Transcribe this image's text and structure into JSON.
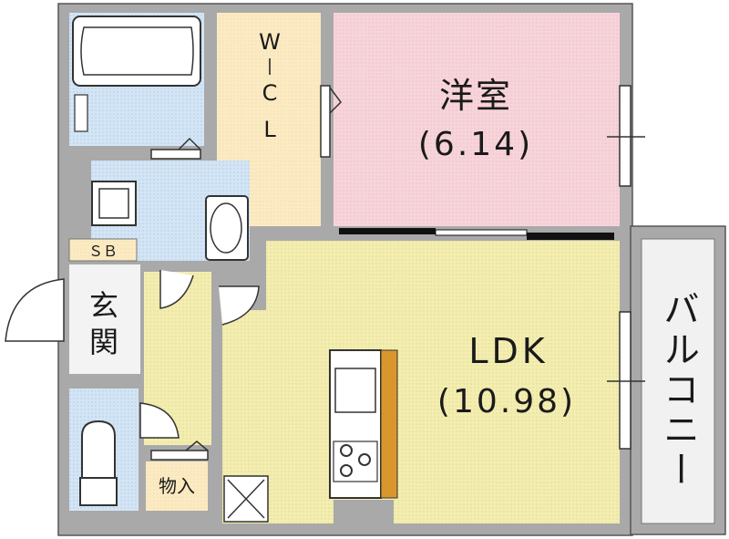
{
  "rooms": {
    "western_room": {
      "name": "洋室",
      "size": "(6.14)"
    },
    "ldk": {
      "name": "LDK",
      "size": "(10.98)"
    },
    "wcl": {
      "line1": "W",
      "line2": "C",
      "line3": "L"
    },
    "balcony": {
      "name": "バルコニー"
    },
    "entrance": {
      "line1": "玄",
      "line2": "関"
    },
    "shoe_box": {
      "name": "ＳＢ"
    },
    "storage": {
      "name": "物入"
    }
  },
  "colors": {
    "wall": "#a9a9a9",
    "western_room_floor": "#f8d8dd",
    "ldk_floor": "#f4efb3",
    "wcl_floor": "#fbecc6",
    "wet_area_floor": "#cfe3f6",
    "hall_floor": "#f4efb3",
    "counter_accent": "#d9962c"
  }
}
